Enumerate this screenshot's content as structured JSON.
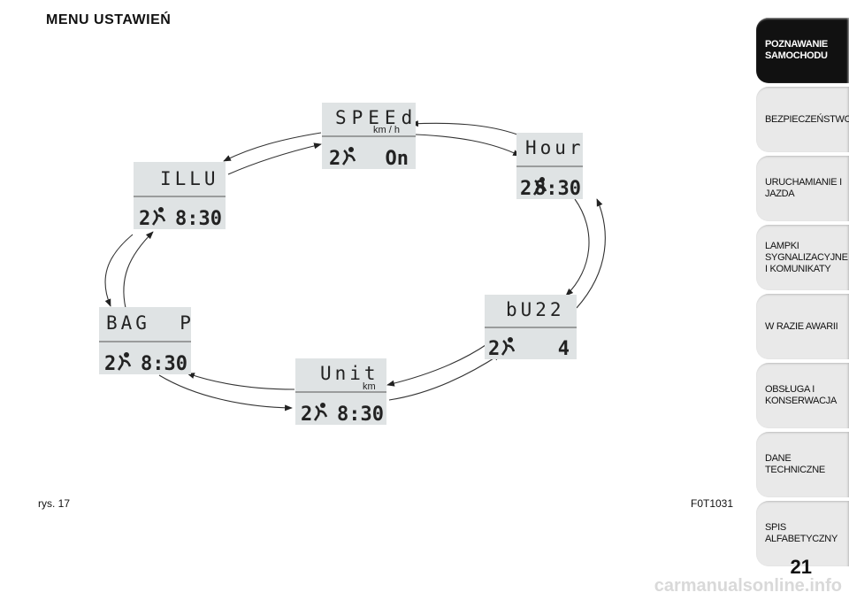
{
  "title": "MENU USTAWIEŃ",
  "caption_left": "rys. 17",
  "caption_right": "F0T1031",
  "page_number": "21",
  "watermark": "carmanualsonline.info",
  "colors": {
    "lcd_bg": "#dfe3e4",
    "active_tab": "#111111",
    "tab": "#e9e9e9"
  },
  "displays": [
    {
      "id": "speed",
      "top": "SPEEd",
      "unit": "km / h",
      "bottom_icon": "2-seat-icon",
      "bottom_value": "On"
    },
    {
      "id": "hour",
      "top": "Hour",
      "unit": "",
      "bottom_icon": "2-seat-icon",
      "bottom_value": "8:30"
    },
    {
      "id": "buzz",
      "top": "bU22",
      "unit": "",
      "bottom_icon": "2-seat-icon",
      "bottom_value": "4"
    },
    {
      "id": "unit",
      "top": "Unit",
      "unit": "km",
      "bottom_icon": "2-seat-icon",
      "bottom_value": "8:30"
    },
    {
      "id": "bagp",
      "top": "BAG  P",
      "unit": "",
      "bottom_icon": "2-seat-icon",
      "bottom_value": "8:30"
    },
    {
      "id": "illu",
      "top": "ILLU",
      "unit": "",
      "bottom_icon": "2-seat-icon",
      "bottom_value": "8:30"
    }
  ],
  "tabs": [
    {
      "label": "POZNAWANIE SAMOCHODU",
      "active": true
    },
    {
      "label": "BEZPIECZEŃSTWO",
      "active": false
    },
    {
      "label": "URUCHAMIANIE I JAZDA",
      "active": false
    },
    {
      "label": "LAMPKI SYGNALIZACYJNE I KOMUNIKATY",
      "active": false
    },
    {
      "label": "W RAZIE AWARII",
      "active": false
    },
    {
      "label": "OBSŁUGA I KONSERWACJA",
      "active": false
    },
    {
      "label": "DANE TECHNICZNE",
      "active": false
    },
    {
      "label": "SPIS ALFABETYCZNY",
      "active": false
    }
  ]
}
